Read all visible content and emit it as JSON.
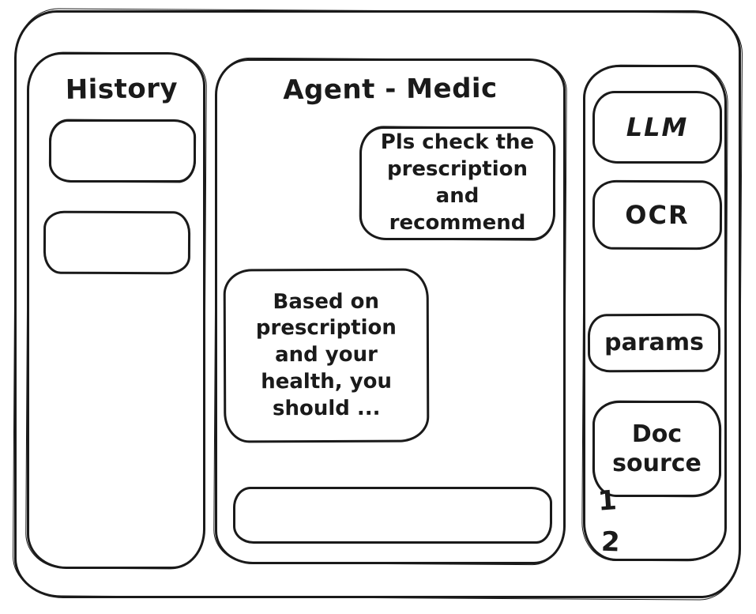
{
  "window": {
    "ink": "#1a1a1a",
    "background": "#ffffff"
  },
  "history": {
    "title": "History",
    "items": [
      "",
      ""
    ]
  },
  "chat": {
    "title": "Agent - Medic",
    "messages": [
      {
        "role": "user",
        "text": "Pls check the prescription and recommend"
      },
      {
        "role": "agent",
        "text": "Based on prescription and your health, you should ..."
      }
    ],
    "input": {
      "value": ""
    }
  },
  "tools": {
    "buttons": [
      {
        "id": "llm",
        "label": "LLM"
      },
      {
        "id": "ocr",
        "label": "OCR"
      },
      {
        "id": "params",
        "label": "params"
      },
      {
        "id": "doc-source",
        "label": "Doc source"
      }
    ],
    "doc_sources": [
      "1",
      "2"
    ]
  }
}
